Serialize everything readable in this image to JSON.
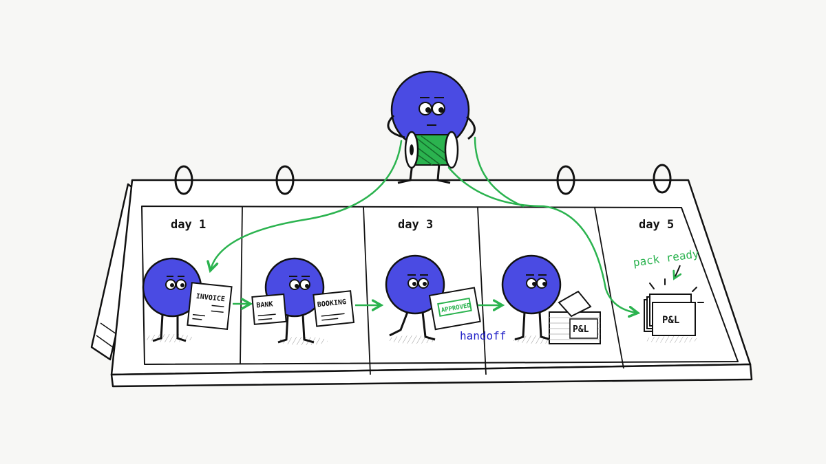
{
  "colors": {
    "character": "#4a4be3",
    "thread": "#2bb34f",
    "ink": "#111111",
    "paper": "#ffffff",
    "background": "#f7f7f5",
    "handoff_text": "#2323c8"
  },
  "calendar": {
    "day_labels": [
      "day 1",
      "day 3",
      "day 5"
    ]
  },
  "documents": {
    "invoice": "INVOICE",
    "bank": "BANK",
    "booking": "BOOKING",
    "approved": "APPROVED",
    "pnl_box": "P&L",
    "pnl_pack": "P&L"
  },
  "annotations": {
    "handoff": "handoff",
    "pack_ready": "pack ready"
  },
  "icons": [
    "spool-icon",
    "arrow-icon",
    "calendar-ring-icon"
  ]
}
